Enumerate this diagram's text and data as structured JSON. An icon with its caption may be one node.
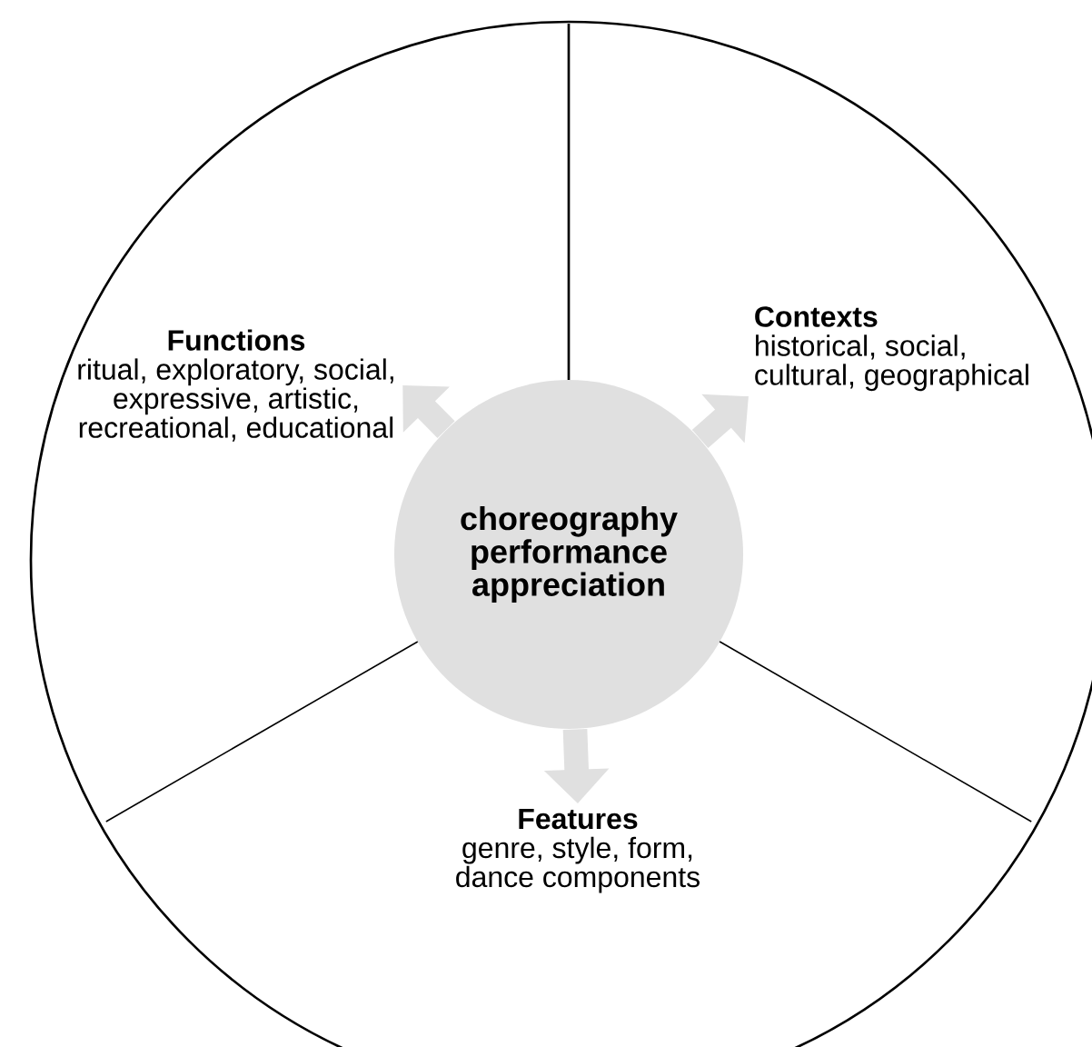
{
  "diagram": {
    "nodes": [
      {
        "text": [
          "choreography performance appreciation"
        ]
      },
      {
        "text": [
          "Functions",
          "ritual, exploratory, social, expressive, artistic, recreational, educational"
        ]
      },
      {
        "text": [
          "Contexts",
          "historical, social, cultural, geographical"
        ]
      },
      {
        "text": [
          "Features",
          "genre, style, form, dance components"
        ]
      }
    ],
    "edges": [
      {
        "from": 0,
        "to": 1,
        "arrow": "to"
      },
      {
        "from": 0,
        "to": 2,
        "arrow": "to"
      },
      {
        "from": 0,
        "to": 3,
        "arrow": "to"
      }
    ]
  }
}
